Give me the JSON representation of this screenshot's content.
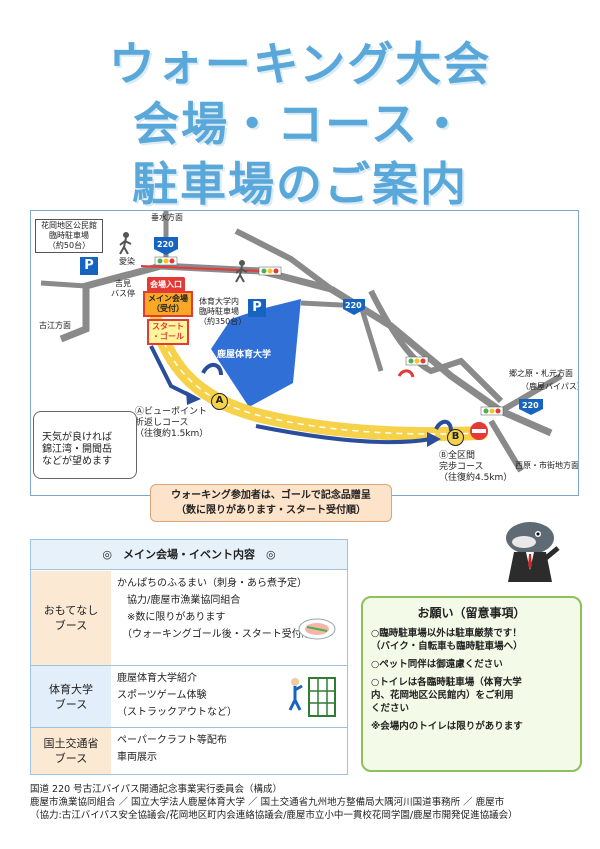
{
  "title": {
    "line1": "ウォーキング大会",
    "line2": "会場・コース・",
    "line3": "駐車場のご案内"
  },
  "map": {
    "route_220": "220",
    "tarumizu": "垂水方面",
    "hanaoka_parking": [
      "花岡地区公民館",
      "臨時駐車場",
      "（約50台）"
    ],
    "aizen": "愛染",
    "yoshimi_stop": [
      "吉見",
      "バス停"
    ],
    "furue": "古江方面",
    "venue_entrance": "会場入口",
    "main_venue": [
      "メイン会場",
      "（受付）"
    ],
    "start_goal": [
      "スタート",
      "・ゴール"
    ],
    "univ_parking": [
      "体育大学内",
      "臨時駐車場",
      "（約350台）"
    ],
    "univ_name": "鹿屋体育大学",
    "view_point": [
      "Ⓐビューポイント",
      "折返しコース",
      "（往復約1.5km）"
    ],
    "full_course": [
      "Ⓑ全区間",
      "完歩コース",
      "（往復約4.5km）"
    ],
    "gonohara": "郷之原・札元方面",
    "bypass": "（鹿屋バイパス）",
    "nishihara": "西原・市街地方面",
    "letter_a": "A",
    "letter_b": "B",
    "camera_text": [
      "天気が良ければ",
      "錦江湾・開聞岳",
      "などが望めます"
    ]
  },
  "notice": {
    "line1": "ウォーキング参加者は、ゴールで記念品贈呈",
    "line2": "（数に限りがあります・スタート受付順）"
  },
  "event": {
    "heading": "◎　メイン会場・イベント内容　◎",
    "rows": [
      {
        "label": "おもてなし\nブース",
        "lines": [
          "かんぱちのふるまい（刺身・あら煮予定）",
          "　協力/鹿屋市漁業協同組合",
          "　※数に限りがあります",
          "　（ウォーキングゴール後・スタート受付順）"
        ]
      },
      {
        "label": "体育大学\nブース",
        "lines": [
          "鹿屋体育大学紹介",
          "スポーツゲーム体験",
          "（ストラックアウトなど）"
        ]
      },
      {
        "label": "国土交通省\nブース",
        "lines": [
          "ペーパークラフト等配布",
          "車両展示"
        ]
      }
    ]
  },
  "request": {
    "title": "お願い（留意事項）",
    "items": [
      [
        "○臨時駐車場以外は駐車厳禁です！",
        "（バイク・自転車も臨時駐車場へ）"
      ],
      [
        "○ペット同伴は御遠慮ください"
      ],
      [
        "○トイレは各臨時駐車場（体育大学",
        "内、花岡地区公民館内）をご利用",
        "ください"
      ],
      [
        "※会場内のトイレは限りがあります"
      ]
    ]
  },
  "footer": {
    "line1": "国道 220 号古江バイパス開通記念事業実行委員会（構成）",
    "line2": "鹿屋市漁業協同組合 ／ 国立大学法人鹿屋体育大学 ／ 国土交通省九州地方整備局大隅河川国道事務所 ／ 鹿屋市",
    "line3": "（協力:古江バイパス安全協議会/花岡地区町内会連絡協議会/鹿屋市立小中一貫校花岡学園/鹿屋市開発促進協議会）"
  },
  "colors": {
    "title": "#5aa7d9",
    "campus": "#2f6fd6",
    "course": "#f6d24a",
    "road": "#8a8a8a",
    "parking": "#1565c0"
  }
}
